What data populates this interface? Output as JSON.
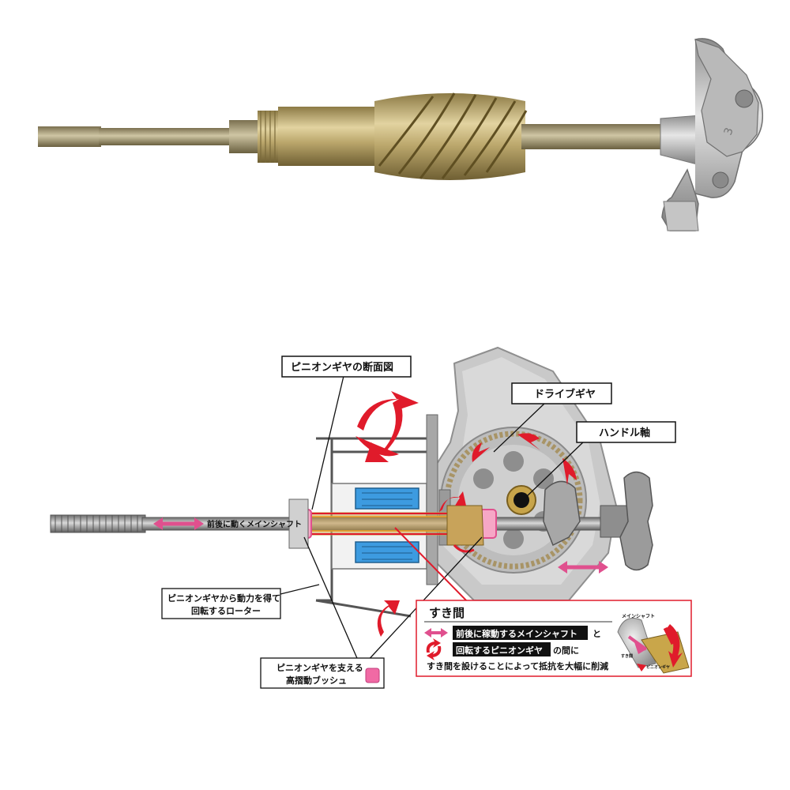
{
  "labels": {
    "pinion_section": "ピニオンギヤの断面図",
    "drive_gear": "ドライブギヤ",
    "handle_shaft": "ハンドル軸",
    "main_shaft_moves": "前後に動くメインシャフト",
    "rotor_line1": "ピニオンギヤから動力を得て",
    "rotor_line2": "回転するローター",
    "bush_line1": "ピニオンギヤを支える",
    "bush_line2": "高摺動ブッシュ"
  },
  "gap_box": {
    "title": "すき間",
    "row1_highlight": "前後に稼動するメインシャフト",
    "row1_suffix": "と",
    "row2_highlight": "回転するピニオンギヤ",
    "row2_suffix": "の間に",
    "row3": "すき間を設けることによって抵抗を大幅に削減",
    "mini_main_shaft": "メインシャフト",
    "mini_gap": "すき間",
    "mini_pinion": "ピニオンギヤ"
  },
  "photo_marks": {
    "handle_digit": "3"
  },
  "colors": {
    "accent_red": "#e01b2b",
    "accent_pink": "#e0508e",
    "bearing_blue": "#3d9be0",
    "label_black": "#111111",
    "brass": "#b9a56a",
    "steel_gray": "#9a9a9a"
  }
}
